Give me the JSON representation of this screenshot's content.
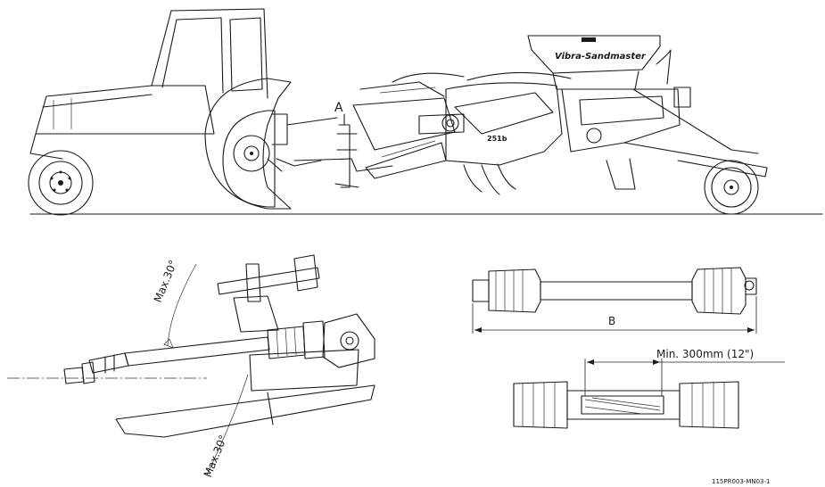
{
  "brand_decal": "Vibra-Sandmaster",
  "gearbox_decal": "251b",
  "label_a": "A",
  "label_b": "B",
  "angle_upper": "Max.30°",
  "angle_lower": "Max.30°",
  "min_overlap": "Min. 300mm (12\")",
  "figure_code": "115PR003-MN03-1"
}
